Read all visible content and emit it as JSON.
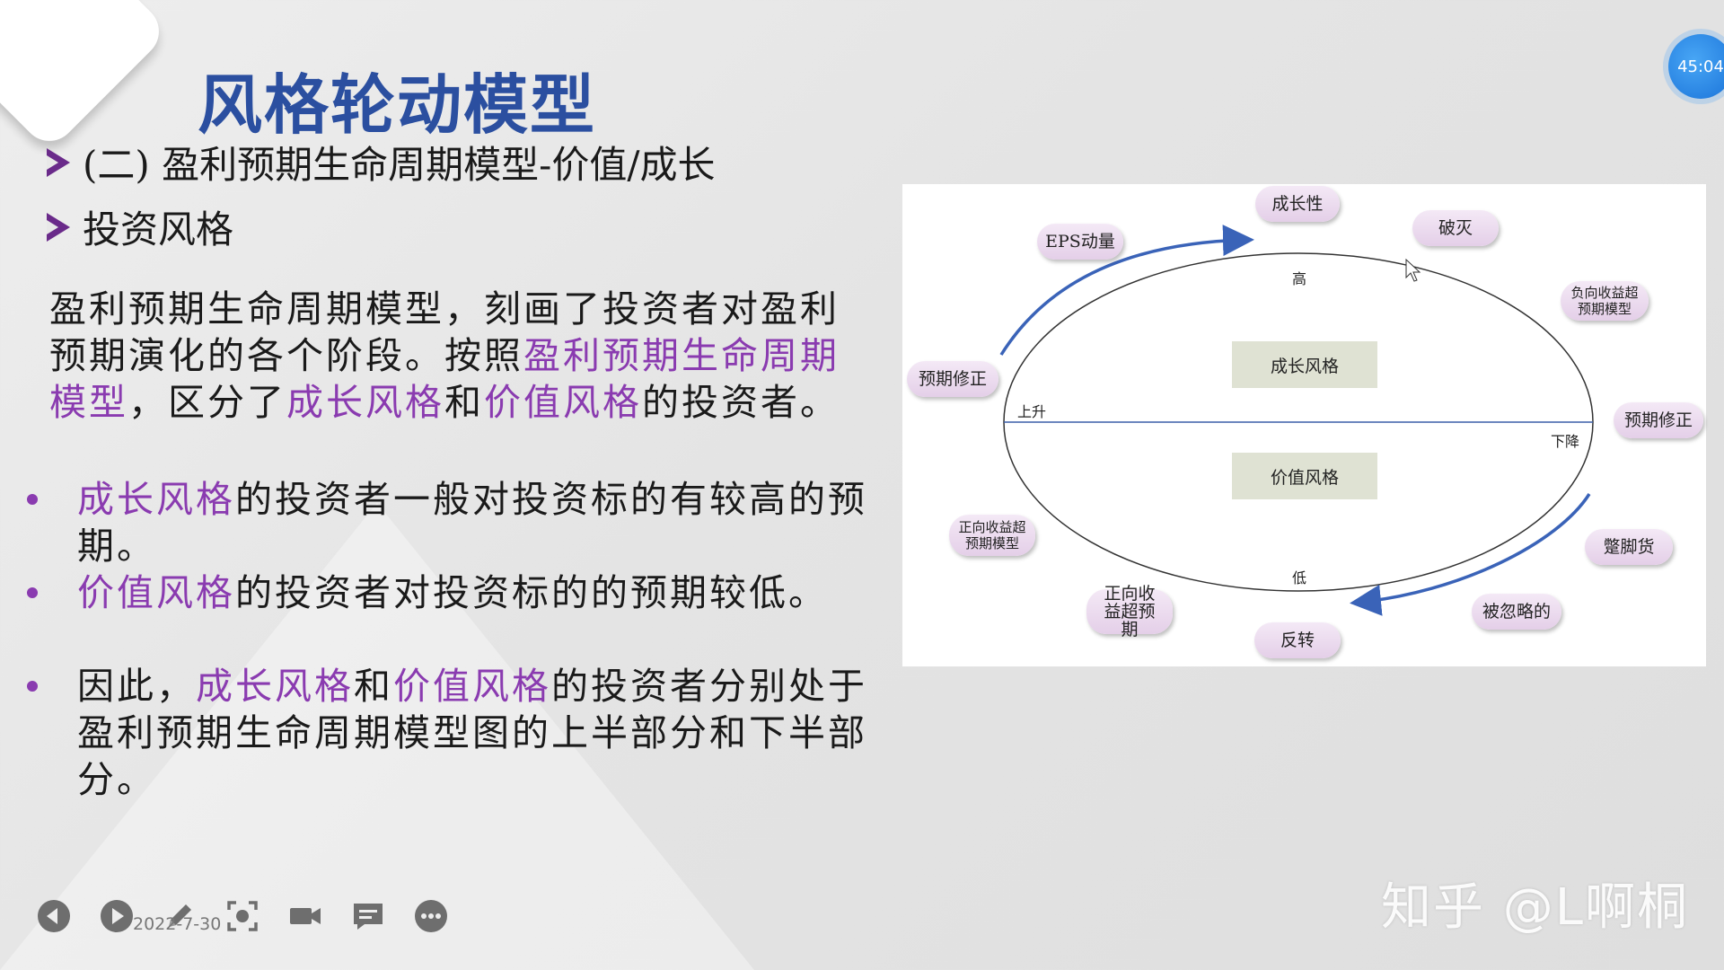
{
  "slide": {
    "title": "风格轮动模型",
    "subheading_1": "(二) 盈利预期生命周期模型-价值/成长",
    "subheading_2": "投资风格",
    "intro": {
      "p1": "盈利预期生命周期模型，刻画了投资者对盈利预期演化的各个阶段。按照",
      "h1": "盈利预期生命周期模型",
      "p2": "，区分了",
      "h2": "成长风格",
      "p3": "和",
      "h3": "价值风格",
      "p4": "的投资者。"
    },
    "bullets": [
      {
        "h": "成长风格",
        "t": "的投资者一般对投资标的有较高的预期。"
      },
      {
        "h": "价值风格",
        "t": "的投资者对投资标的的预期较低。"
      },
      {
        "p": "因此，",
        "h1": "成长风格",
        "m": "和",
        "h2": "价值风格",
        "t": "的投资者分别处于盈利预期生命周期模型图的上半部分和下半部分。"
      }
    ]
  },
  "diagram": {
    "axis": {
      "high": "高",
      "low": "低",
      "rise": "上升",
      "fall": "下降"
    },
    "center_boxes": {
      "growth": "成长风格",
      "value": "价值风格"
    },
    "stages": {
      "eps_momentum": "EPS动量",
      "growth": "成长性",
      "burst": "破灭",
      "negative_surprise": "负向收益超预期模型",
      "revision_left": "预期修正",
      "revision_right": "预期修正",
      "positive_surprise_model": "正向收益超预期模型",
      "positive_surprise": "正向收益超预期",
      "reversal": "反转",
      "neglected": "被忽略的",
      "dog": "蹩脚货"
    }
  },
  "timer": "45:04",
  "toolbar": {
    "date": "2022-7-30",
    "icons": [
      "prev-icon",
      "play-icon",
      "pen-icon",
      "screenshot-icon",
      "camera-icon",
      "comment-icon",
      "more-icon"
    ]
  },
  "watermark": "知乎 @L啊桐"
}
